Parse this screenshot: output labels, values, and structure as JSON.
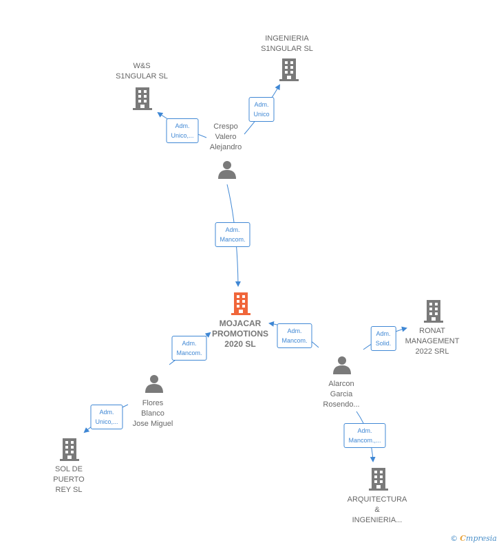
{
  "colors": {
    "focus": "#f0663a",
    "node": "#7a7a7a",
    "edge": "#3f87d4",
    "text": "#666666"
  },
  "nodes": {
    "mojacar": {
      "type": "company",
      "focus": true,
      "label": "MOJACAR\nPROMOTIONS\n2020  SL"
    },
    "ws": {
      "type": "company",
      "label": "W&S\nS1NGULAR  SL"
    },
    "ingenieria": {
      "type": "company",
      "label": "INGENIERIA\nS1NGULAR  SL"
    },
    "crespo": {
      "type": "person",
      "label": "Crespo\nValero\nAlejandro"
    },
    "flores": {
      "type": "person",
      "label": "Flores\nBlanco\nJose Miguel"
    },
    "sol": {
      "type": "company",
      "label": "SOL DE\nPUERTO\nREY  SL"
    },
    "alarcon": {
      "type": "person",
      "label": "Alarcon\nGarcia\nRosendo..."
    },
    "ronat": {
      "type": "company",
      "label": "RONAT\nMANAGEMENT\n2022 SRL"
    },
    "arquitectura": {
      "type": "company",
      "label": "ARQUITECTURA\n&\nINGENIERIA..."
    }
  },
  "edges": {
    "crespo_ws": "Adm.\nUnico,...",
    "crespo_ingenieria": "Adm.\nUnico",
    "crespo_mojacar": "Adm.\nMancom.",
    "flores_mojacar": "Adm.\nMancom.",
    "alarcon_mojacar": "Adm.\nMancom.",
    "flores_sol": "Adm.\nUnico,...",
    "alarcon_ronat": "Adm.\nSolid.",
    "alarcon_arquitectura": "Adm.\nMancom.,..."
  },
  "footer": {
    "copyright": "©",
    "brand_first": "C",
    "brand_rest": "mpresia"
  }
}
